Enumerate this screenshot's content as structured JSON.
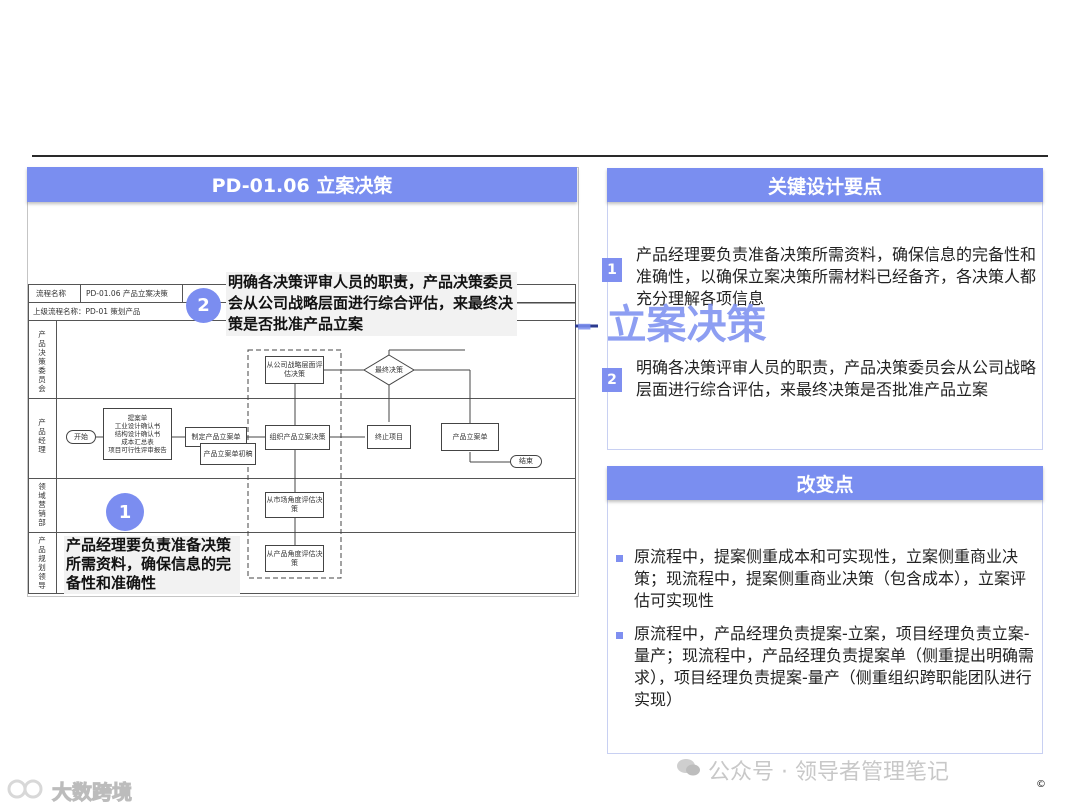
{
  "left_panel": {
    "title": "PD-01.06 立案决策",
    "flow_header": {
      "name_label": "流程名称",
      "name_value": "PD-01.06 产品立案决策",
      "parent_label": "上级流程名称：PD-01 策划产品"
    },
    "lanes": [
      "产品决策委员会",
      "产品经理",
      "领域营销部",
      "产品规划领导"
    ],
    "shapes": {
      "start": "开始",
      "doc_list": "提案单\n工业设计确认书\n结构设计确认书\n成本汇总表\n项目可行性评审报告",
      "make_plan": "制定产品立案单",
      "plan_init": "产品立案单初稿",
      "eval_company": "从公司战略层面评估决策",
      "decision": "最终决策",
      "organize": "组织产品立案决策",
      "terminate": "终止项目",
      "plan_doc": "产品立案单",
      "end": "结束",
      "eval_market": "从市场角度评估决策",
      "eval_product": "从产品角度评估决策"
    },
    "callout1": {
      "num": "1",
      "text": "产品经理要负责准备决策所需资料，确保信息的完备性和准确性"
    },
    "callout2": {
      "num": "2",
      "text": "明确各决策评审人员的职责，产品决策委员会从公司战略层面进行综合评估，来最终决策是否批准产品立案"
    }
  },
  "right_top": {
    "title": "关键设计要点",
    "items": [
      {
        "num": "1",
        "text": "产品经理要负责准备决策所需资料，确保信息的完备性和准确性，以确保立案决策所需材料已经备齐，各决策人都充分理解各项信息"
      },
      {
        "num": "2",
        "text": "明确各决策评审人员的职责，产品决策委员会从公司战略层面进行综合评估，来最终决策是否批准产品立案"
      }
    ]
  },
  "right_bottom": {
    "title": "改变点",
    "items": [
      "原流程中，提案侧重成本和可实现性，立案侧重商业决策；现流程中，提案侧重商业决策（包含成本），立案评估可实现性",
      "原流程中，产品经理负责提案-立案，项目经理负责立案-量产；现流程中，产品经理负责提案单（侧重提出明确需求），项目经理负责提案-量产（侧重组织跨职能团队进行实现）"
    ]
  },
  "overlay_title": "- 立案决策",
  "watermark_right": "公众号 · 领导者管理笔记",
  "watermark_left": "大数跨境",
  "copyright": "©",
  "colors": {
    "accent": "#7a8ef0",
    "accent_light": "#c8d0f2"
  }
}
